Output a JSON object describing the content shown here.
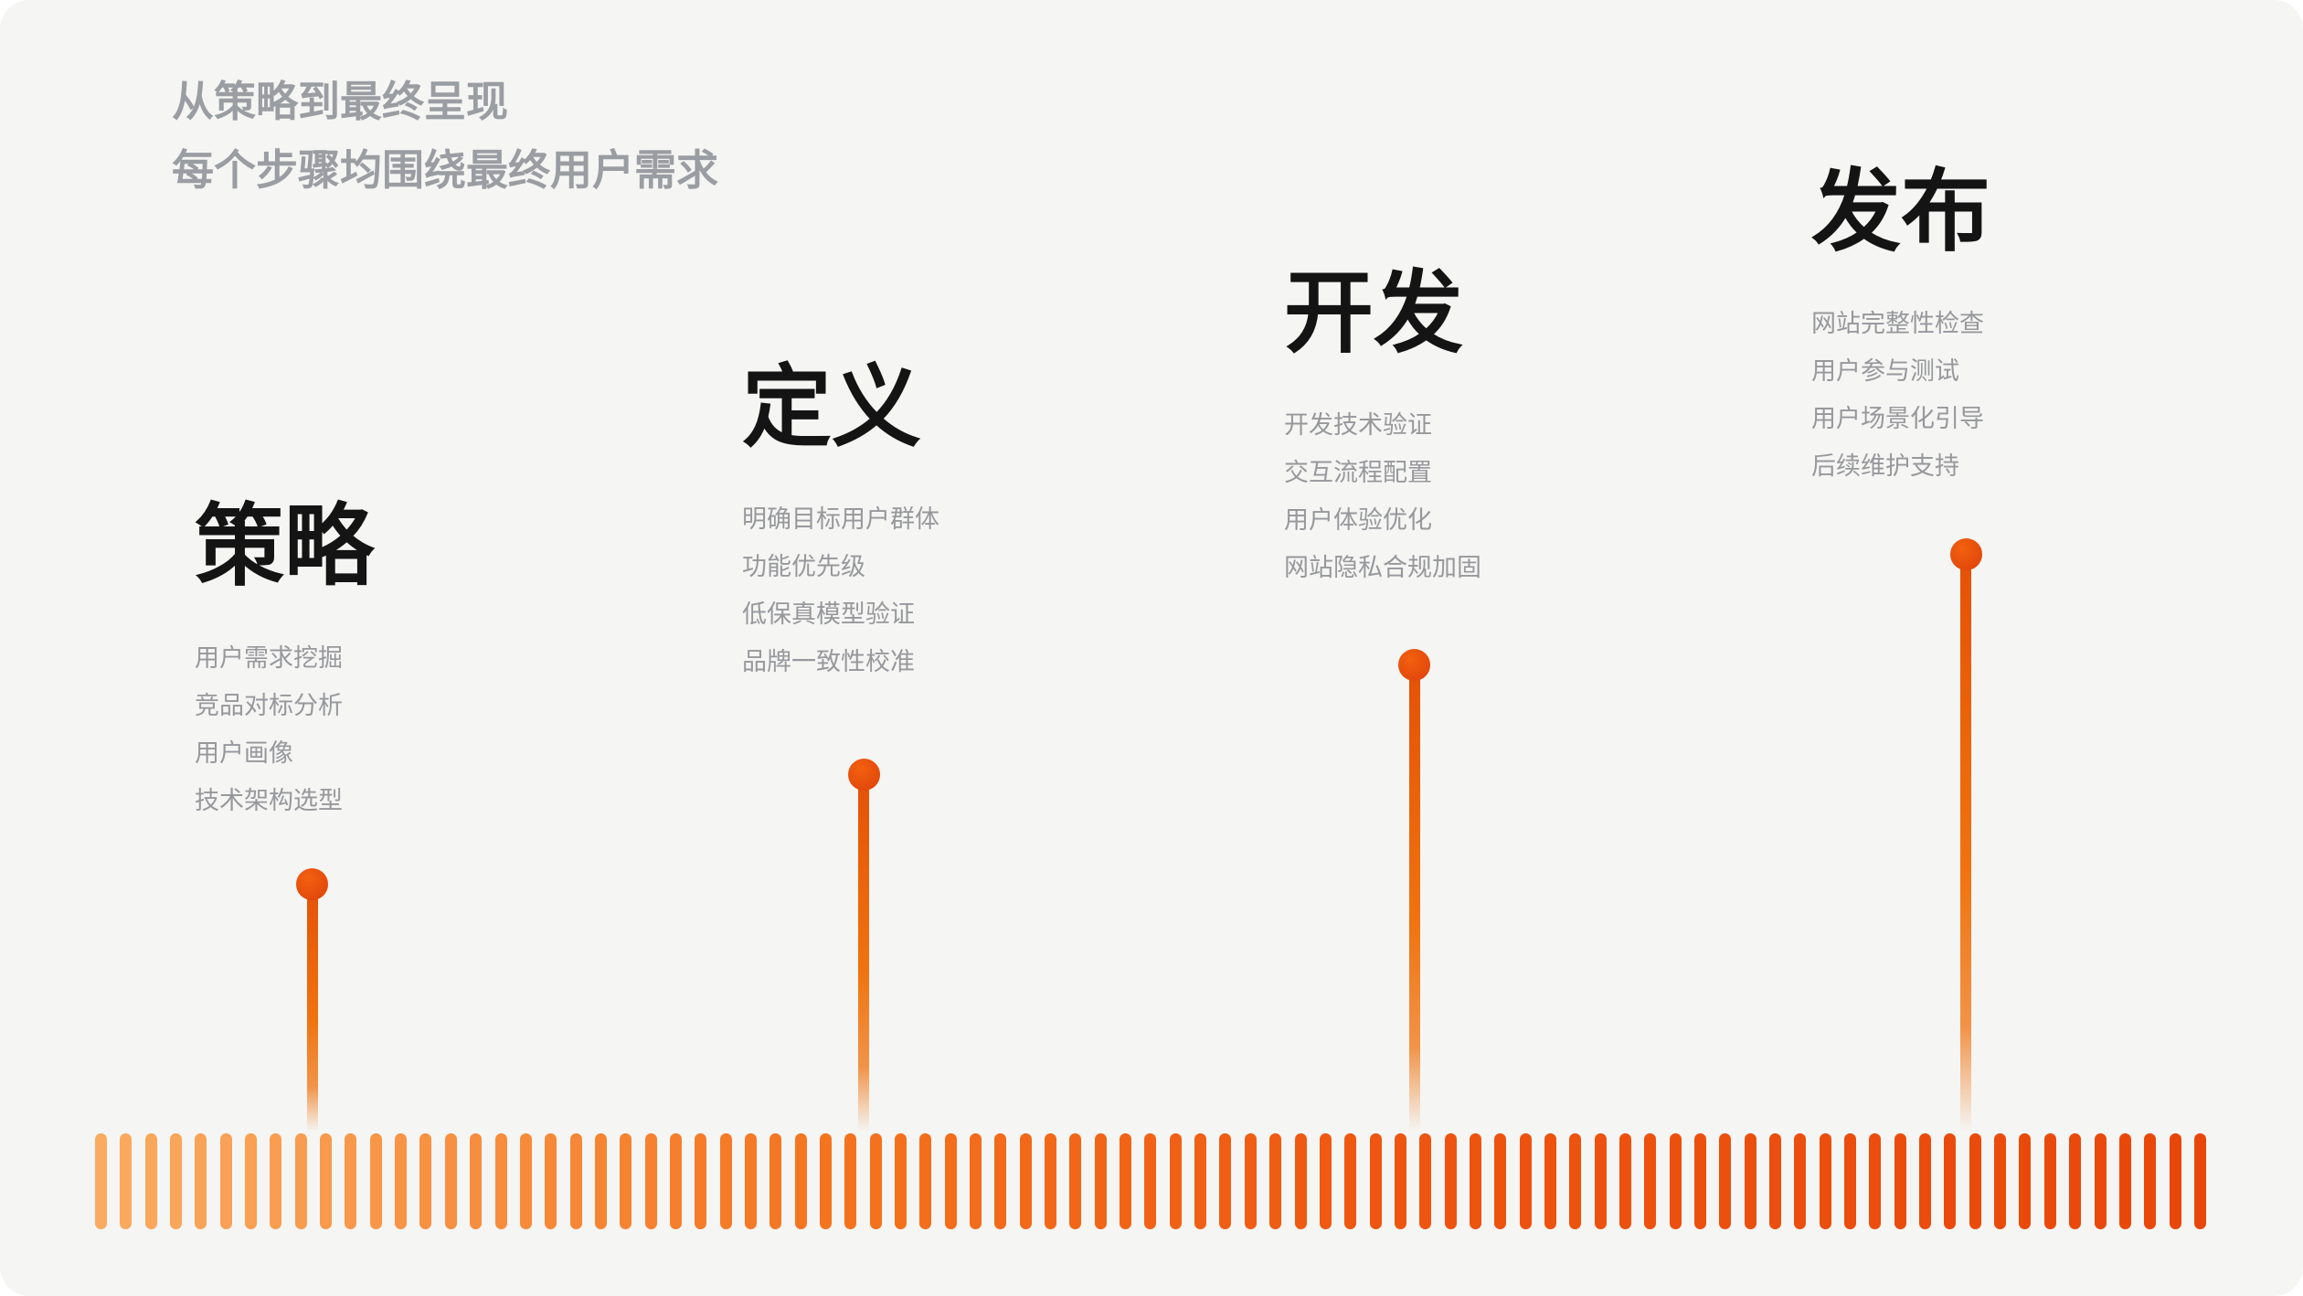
{
  "header": {
    "line1": "从策略到最终呈现",
    "line2": "每个步骤均围绕最终用户需求"
  },
  "stages": [
    {
      "title": "策略",
      "items": [
        "用户需求挖掘",
        "竞品对标分析",
        "用户画像",
        "技术架构选型"
      ]
    },
    {
      "title": "定义",
      "items": [
        "明确目标用户群体",
        "功能优先级",
        "低保真模型验证",
        "品牌一致性校准"
      ]
    },
    {
      "title": "开发",
      "items": [
        "开发技术验证",
        "交互流程配置",
        "用户体验优化",
        "网站隐私合规加固"
      ]
    },
    {
      "title": "发布",
      "items": [
        "网站完整性检查",
        "用户参与测试",
        "用户场景化引导",
        "后续维护支持"
      ]
    }
  ],
  "colors": {
    "page_bg": "#f5f5f3",
    "title": "#141414",
    "subtitle": "#9a9da2",
    "item": "#97989c",
    "dot_light": "#f2610f",
    "dot_dark": "#e2470b",
    "line_top": "#e45106",
    "line_mid": "#f0730f"
  },
  "timeline": {
    "dash_count": 85,
    "gradient_stops": [
      {
        "t": 0,
        "color": "#faab61"
      },
      {
        "t": 0.35,
        "color": "#f4731e"
      },
      {
        "t": 0.62,
        "color": "#ee5510"
      },
      {
        "t": 1,
        "color": "#e8470b"
      }
    ]
  }
}
